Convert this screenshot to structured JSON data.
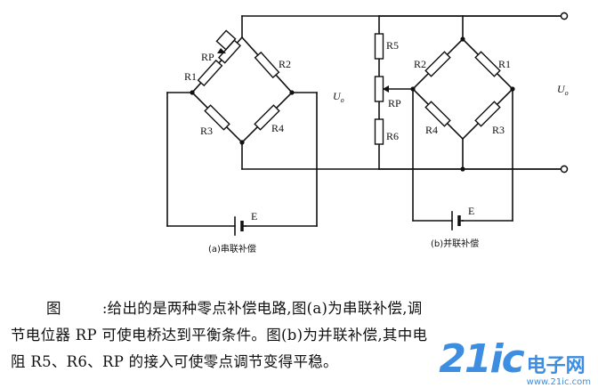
{
  "labels": {
    "rp_a": "RP",
    "r1_a": "R1",
    "r2_a": "R2",
    "r3_a": "R3",
    "r4_a": "R4",
    "uo": "U",
    "uo_sub": "o",
    "e_a": "E",
    "cap_a": "(a)串联补偿",
    "r5": "R5",
    "r6": "R6",
    "rp_b": "RP",
    "r1_b": "R1",
    "r2_b": "R2",
    "r3_b": "R3",
    "r4_b": "R4",
    "uo_b": "U",
    "uo_b_sub": "o",
    "e_b": "E",
    "cap_b": "(b)并联补偿"
  },
  "caption": {
    "fig": "图",
    "line1": ":给出的是两种零点补偿电路,图(a)为串联补偿,调",
    "line2": "节电位器 RP 可使电桥达到平衡条件。图(b)为并联补偿,其中电",
    "line3": "阻 R5、R6、RP 的接入可使零点调节变得平稳。"
  },
  "watermark": {
    "num": "21ic",
    "cn": "电子网",
    "url": "www.21ic.com"
  }
}
